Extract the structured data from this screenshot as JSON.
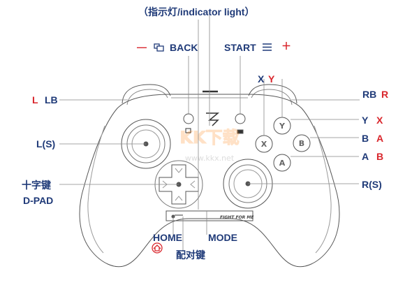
{
  "labels": {
    "indicator": "（指示灯/indicator light）",
    "minus": "—",
    "back": "BACK",
    "start": "START",
    "plus": "＋",
    "x_label": "X",
    "y_label": "Y",
    "l_red": "L",
    "lb": "LB",
    "rb": "RB",
    "r_red": "R",
    "ls": "L(S)",
    "right_y": "Y",
    "right_y_red": "X",
    "right_b": "B",
    "right_b_red": "A",
    "right_a": "A",
    "right_a_red": "B",
    "dpad_cn": "十字键",
    "dpad_en": "D-PAD",
    "rs": "R(S)",
    "home": "HOME",
    "mode": "MODE",
    "pair": "配对键"
  },
  "controller": {
    "button_y": "Y",
    "button_b": "B",
    "button_x": "X",
    "button_a": "A",
    "brand_text": "FIGHT FOR ME"
  },
  "watermark": {
    "logo": "KK下载",
    "url": "www.kkx.net"
  },
  "colors": {
    "blue": "#1f3a78",
    "red": "#d9262c",
    "outline": "#555555"
  }
}
